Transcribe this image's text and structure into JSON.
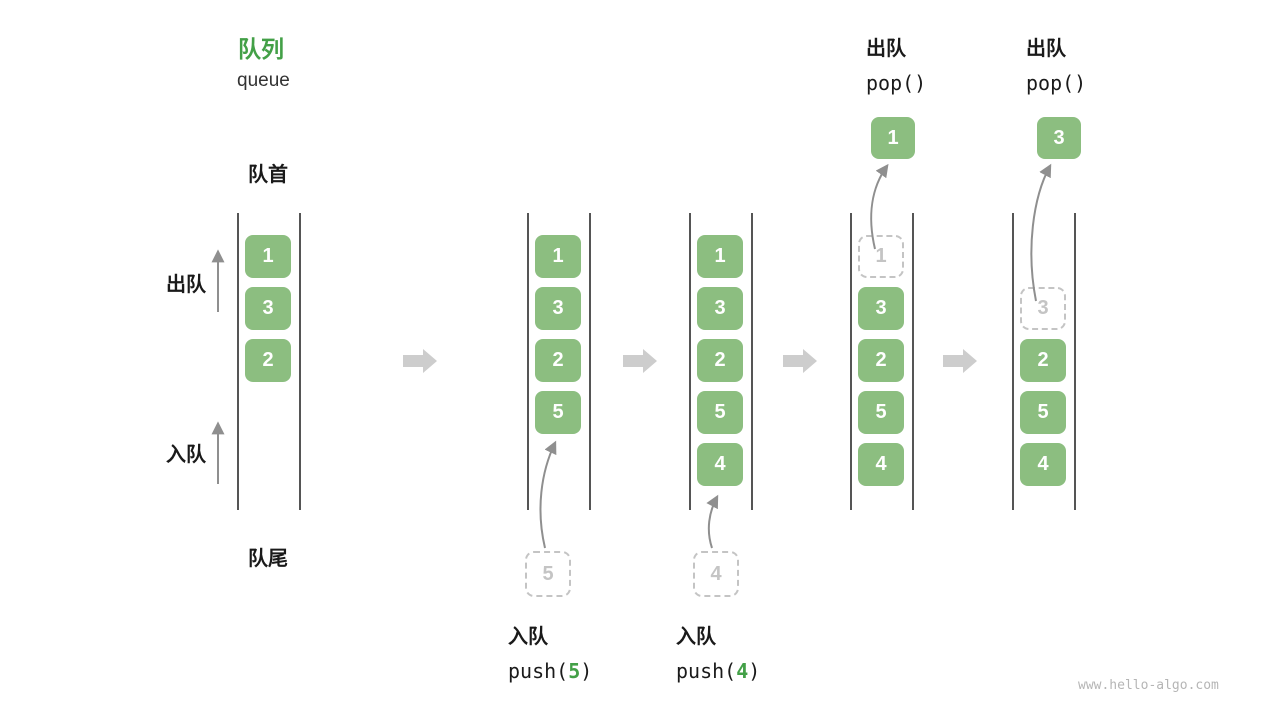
{
  "title": {
    "main": "队列",
    "sub": "queue"
  },
  "side_labels": {
    "front": "队首",
    "rear": "队尾",
    "dequeue": "出队",
    "enqueue": "入队"
  },
  "colors": {
    "box_green": "#8CBE80",
    "accent_green": "#43A047",
    "ghost_gray": "#c4c4c4",
    "wall_gray": "#555555",
    "block_arrow_gray": "#cdcdcd",
    "thin_arrow_gray": "#8f8f8f"
  },
  "columns": [
    {
      "boxes": [
        {
          "value": "1"
        },
        {
          "value": "3"
        },
        {
          "value": "2"
        }
      ]
    },
    {
      "boxes": [
        {
          "value": "1"
        },
        {
          "value": "3"
        },
        {
          "value": "2"
        },
        {
          "value": "5"
        }
      ],
      "pending": {
        "value": "5"
      }
    },
    {
      "boxes": [
        {
          "value": "1"
        },
        {
          "value": "3"
        },
        {
          "value": "2"
        },
        {
          "value": "5"
        },
        {
          "value": "4"
        }
      ],
      "pending": {
        "value": "4"
      }
    },
    {
      "ghost": {
        "value": "1"
      },
      "boxes": [
        {
          "value": "3"
        },
        {
          "value": "2"
        },
        {
          "value": "5"
        },
        {
          "value": "4"
        }
      ],
      "popped": {
        "value": "1"
      }
    },
    {
      "ghost": {
        "value": "3"
      },
      "boxes": [
        {
          "value": "2"
        },
        {
          "value": "5"
        },
        {
          "value": "4"
        }
      ],
      "popped": {
        "value": "3"
      }
    }
  ],
  "push_ops": [
    {
      "line1": "入队",
      "fn_pre": "push(",
      "arg": "5",
      "fn_post": ")"
    },
    {
      "line1": "入队",
      "fn_pre": "push(",
      "arg": "4",
      "fn_post": ")"
    }
  ],
  "pop_ops": [
    {
      "line1": "出队",
      "line2": "pop()"
    },
    {
      "line1": "出队",
      "line2": "pop()"
    }
  ],
  "watermark": "www.hello-algo.com"
}
